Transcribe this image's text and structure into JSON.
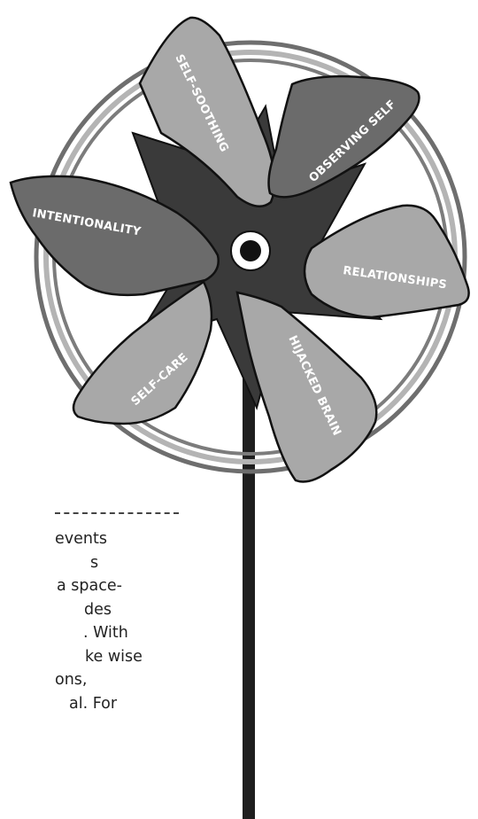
{
  "pinwheel": {
    "blades": [
      {
        "label": "SELF-SOOTHING"
      },
      {
        "label": "OBSERVING SELF"
      },
      {
        "label": "RELATIONSHIPS"
      },
      {
        "label": "HIJACKED BRAIN"
      },
      {
        "label": "SELF-CARE"
      },
      {
        "label": "INTENTIONALITY"
      }
    ]
  },
  "text_fragment": {
    "lines": [
      "events",
      "s",
      " a space-",
      "des",
      ". With",
      "ke wise",
      "ons,",
      "al. For"
    ]
  },
  "colors": {
    "blade_light": "#a8a8a8",
    "blade_mid": "#6b6b6b",
    "blade_dark": "#3a3a3a",
    "stick": "#1e1e1e",
    "ring_light": "#b4b4b4",
    "ring_dark": "#6e6e6e"
  }
}
